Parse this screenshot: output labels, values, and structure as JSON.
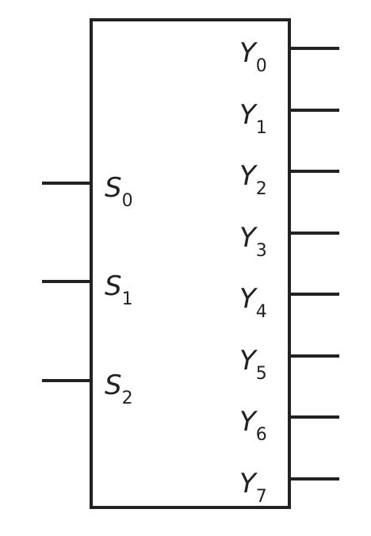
{
  "colors": {
    "stroke": "#222222",
    "background": "#ffffff"
  },
  "inputs": [
    {
      "letter": "S",
      "sub": "0"
    },
    {
      "letter": "S",
      "sub": "1"
    },
    {
      "letter": "S",
      "sub": "2"
    }
  ],
  "outputs": [
    {
      "letter": "Y",
      "sub": "0"
    },
    {
      "letter": "Y",
      "sub": "1"
    },
    {
      "letter": "Y",
      "sub": "2"
    },
    {
      "letter": "Y",
      "sub": "3"
    },
    {
      "letter": "Y",
      "sub": "4"
    },
    {
      "letter": "Y",
      "sub": "5"
    },
    {
      "letter": "Y",
      "sub": "6"
    },
    {
      "letter": "Y",
      "sub": "7"
    }
  ]
}
